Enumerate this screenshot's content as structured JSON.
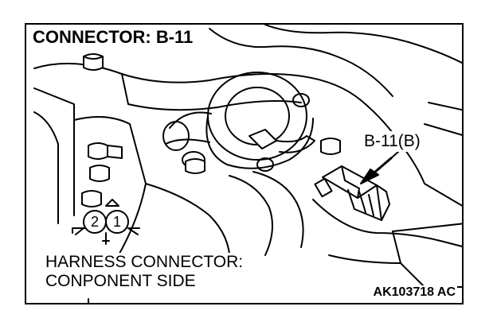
{
  "title": "CONNECTOR: B-11",
  "callout": "B-11(B)",
  "harness_label": [
    "HARNESS CONNECTOR:",
    "CONPONENT SIDE"
  ],
  "connector_pins": [
    "2",
    "1"
  ],
  "figure_code": "AK103718 AC",
  "colors": {
    "line": "#000000",
    "background": "#ffffff"
  }
}
